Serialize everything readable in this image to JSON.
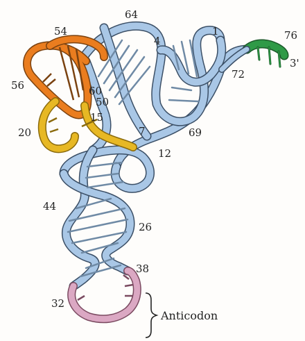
{
  "colors": {
    "acceptor_stem": "#a9c7e6",
    "backbone_outline": "#3b4f66",
    "cca_end": "#2f9a47",
    "d_loop": "#e7b824",
    "t_loop": "#ea7d1f",
    "anticodon_loop": "#dba8c3",
    "rung": "#6f8aa5"
  },
  "labels": {
    "n1": "1",
    "n3p": "3'",
    "n4": "4",
    "n7": "7",
    "n12": "12",
    "n15": "15",
    "n20": "20",
    "n26": "26",
    "n32": "32",
    "n38": "38",
    "n44": "44",
    "n50": "50",
    "n54": "54",
    "n56": "56",
    "n60": "60",
    "n64": "64",
    "n69": "69",
    "n72": "72",
    "n76": "76"
  },
  "callout": {
    "anticodon": "Anticodon"
  }
}
